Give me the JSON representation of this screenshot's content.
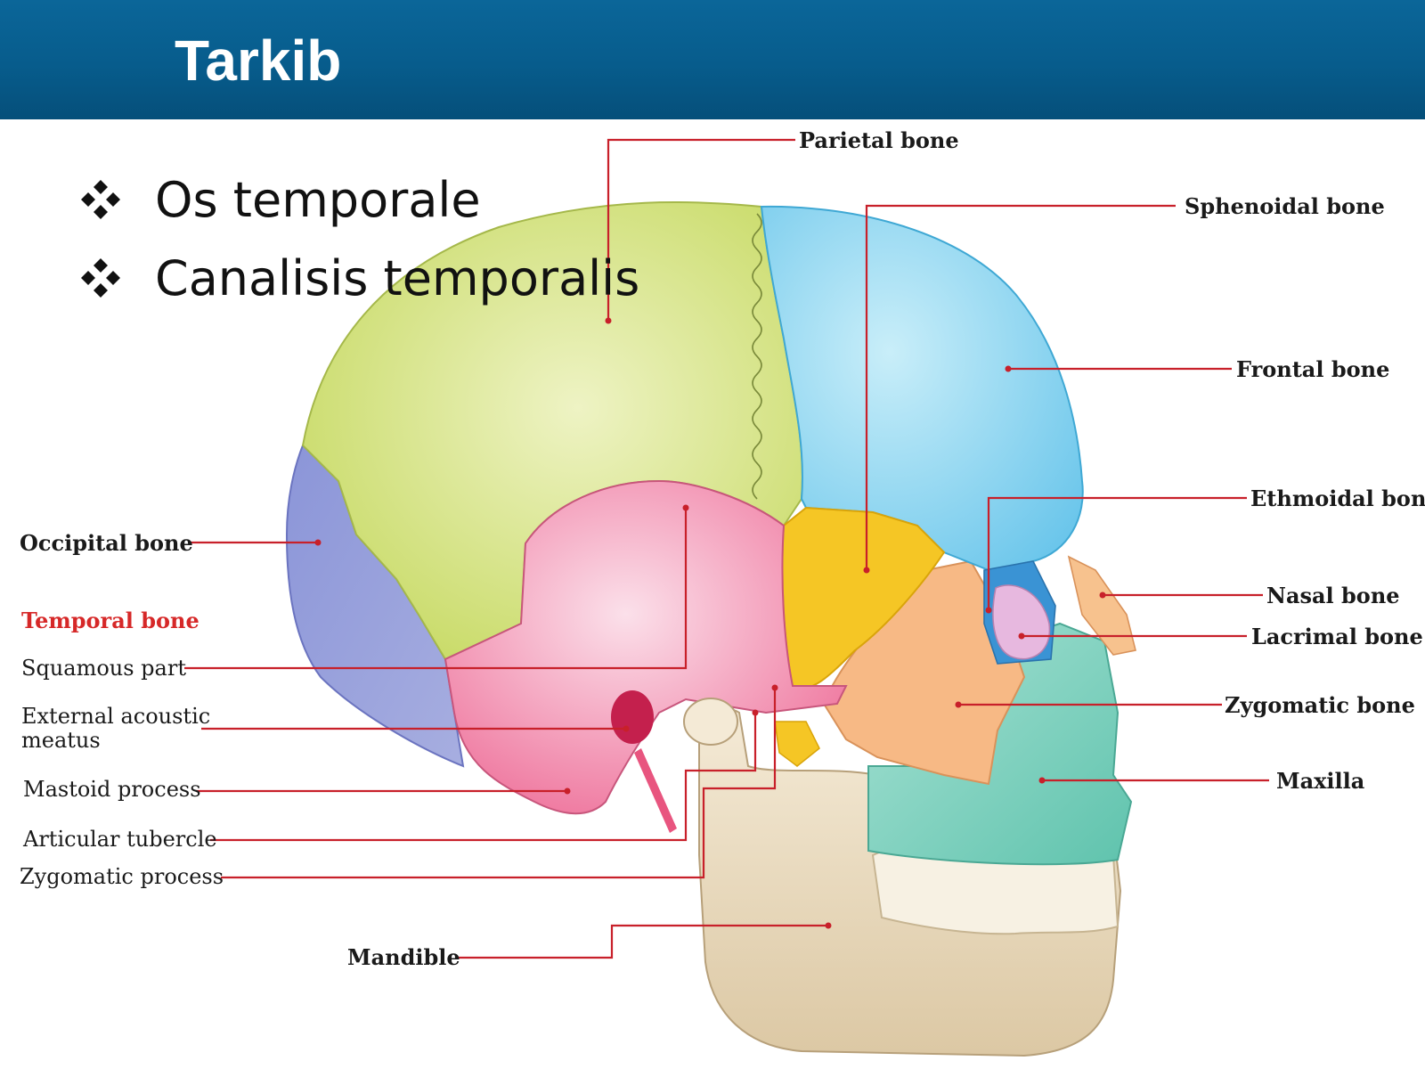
{
  "header": {
    "title": "Tarkib",
    "background": "#075c8c"
  },
  "bullets": [
    {
      "text": "Os temporale",
      "icon": "diamond-bullet-icon"
    },
    {
      "text": "Canalisis temporalis",
      "icon": "diamond-bullet-icon"
    }
  ],
  "labels": {
    "parietal": "Parietal bone",
    "sphenoidal": "Sphenoidal bone",
    "frontal": "Frontal bone",
    "ethmoidal": "Ethmoidal bone",
    "nasal": "Nasal bone",
    "lacrimal": "Lacrimal bone",
    "zygomatic": "Zygomatic bone",
    "maxilla": "Maxilla",
    "occipital": "Occipital bone",
    "temporal": "Temporal bone",
    "squamous": "Squamous part",
    "external_1": "External acoustic",
    "external_2": "meatus",
    "mastoid": "Mastoid process",
    "articular": "Articular tubercle",
    "zygomatic_process": "Zygomatic process",
    "mandible": "Mandible"
  },
  "colors": {
    "parietal": "#cfe07a",
    "frontal": "#8fd6ef",
    "occipital": "#8f97d6",
    "temporal": "#f39ab8",
    "sphenoid": "#f5c625",
    "zygomatic": "#f7b985",
    "maxilla": "#8fd8c6",
    "mandible": "#ecdcc0",
    "leader": "#c8202a"
  }
}
